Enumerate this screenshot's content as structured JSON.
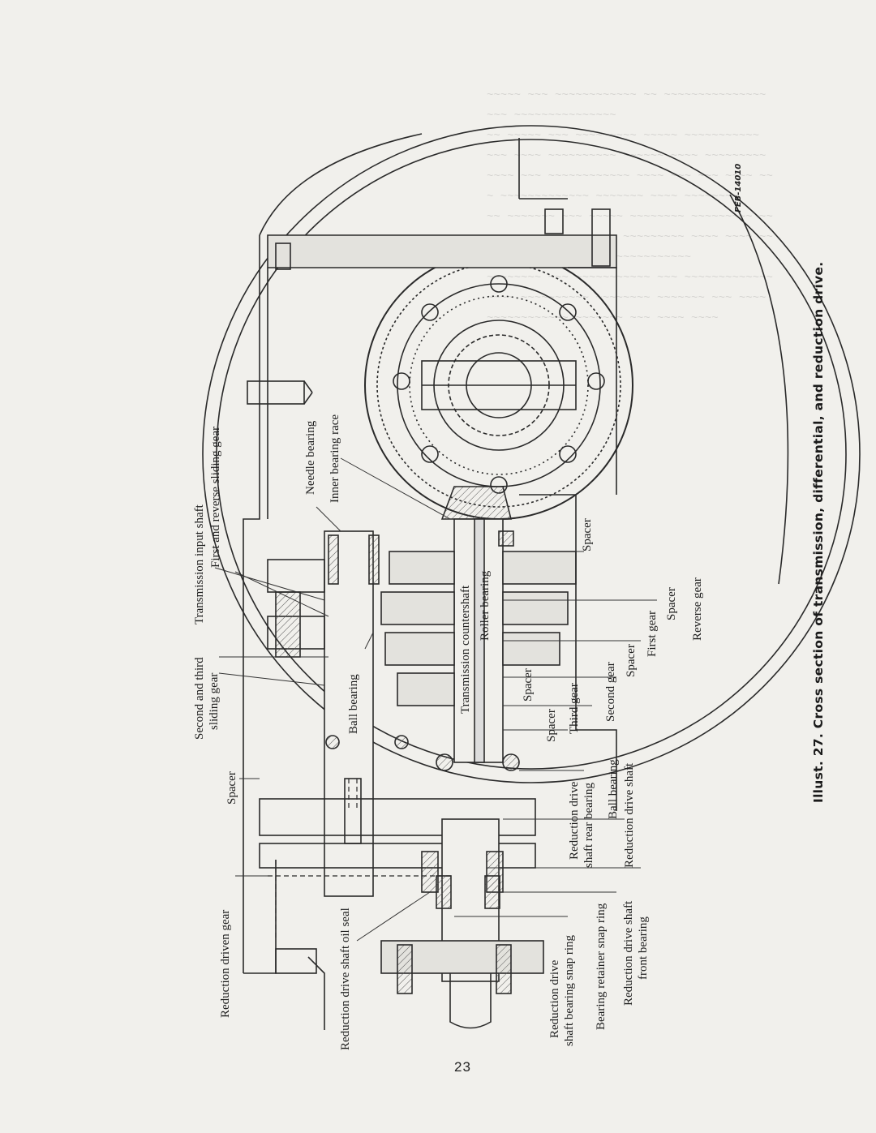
{
  "figure": {
    "caption": "Illust. 27.  Cross section of transmission, differential, and reduction drive.",
    "figure_code": "FEB-14010",
    "page_number": "23"
  },
  "labels": [
    {
      "id": "transmission-input-shaft",
      "lines": [
        "Transmission input shaft"
      ]
    },
    {
      "id": "first-reverse-sliding-gear",
      "lines": [
        "First and reverse sliding gear"
      ]
    },
    {
      "id": "needle-bearing",
      "lines": [
        "Needle bearing"
      ]
    },
    {
      "id": "inner-bearing-race",
      "lines": [
        "Inner bearing race"
      ]
    },
    {
      "id": "second-third-sliding-gear",
      "lines": [
        "Second and third",
        "sliding gear"
      ]
    },
    {
      "id": "ball-bearing-1",
      "lines": [
        "Ball bearing"
      ]
    },
    {
      "id": "spacer-left",
      "lines": [
        "Spacer"
      ]
    },
    {
      "id": "transmission-countershaft",
      "lines": [
        "Transmission countershaft"
      ]
    },
    {
      "id": "roller-bearing",
      "lines": [
        "Roller bearing"
      ]
    },
    {
      "id": "spacer-top",
      "lines": [
        "Spacer"
      ]
    },
    {
      "id": "spacer-mid-1",
      "lines": [
        "Spacer"
      ]
    },
    {
      "id": "spacer-mid-2",
      "lines": [
        "Spacer"
      ]
    },
    {
      "id": "spacer-mid-3",
      "lines": [
        "Spacer"
      ]
    },
    {
      "id": "spacer-right",
      "lines": [
        "Spacer"
      ]
    },
    {
      "id": "third-gear",
      "lines": [
        "Third gear"
      ]
    },
    {
      "id": "second-gear",
      "lines": [
        "Second gear"
      ]
    },
    {
      "id": "first-gear",
      "lines": [
        "First gear"
      ]
    },
    {
      "id": "reverse-gear",
      "lines": [
        "Reverse gear"
      ]
    },
    {
      "id": "reduction-drive-shaft-rear-bearing",
      "lines": [
        "Reduction drive",
        "shaft rear bearing"
      ]
    },
    {
      "id": "ball-bearing-2",
      "lines": [
        "Ball bearing"
      ]
    },
    {
      "id": "reduction-drive-shaft",
      "lines": [
        "Reduction drive shaft"
      ]
    },
    {
      "id": "reduction-driven-gear",
      "lines": [
        "Reduction driven gear"
      ]
    },
    {
      "id": "reduction-drive-shaft-oil-seal",
      "lines": [
        "Reduction drive shaft oil seal"
      ]
    },
    {
      "id": "reduction-drive-shaft-bearing-snap-ring",
      "lines": [
        "Reduction drive",
        "shaft bearing snap ring"
      ]
    },
    {
      "id": "bearing-retainer-snap-ring",
      "lines": [
        "Bearing retainer snap ring"
      ]
    },
    {
      "id": "reduction-drive-shaft-front-bearing",
      "lines": [
        "Reduction drive shaft",
        "front bearing"
      ]
    }
  ]
}
